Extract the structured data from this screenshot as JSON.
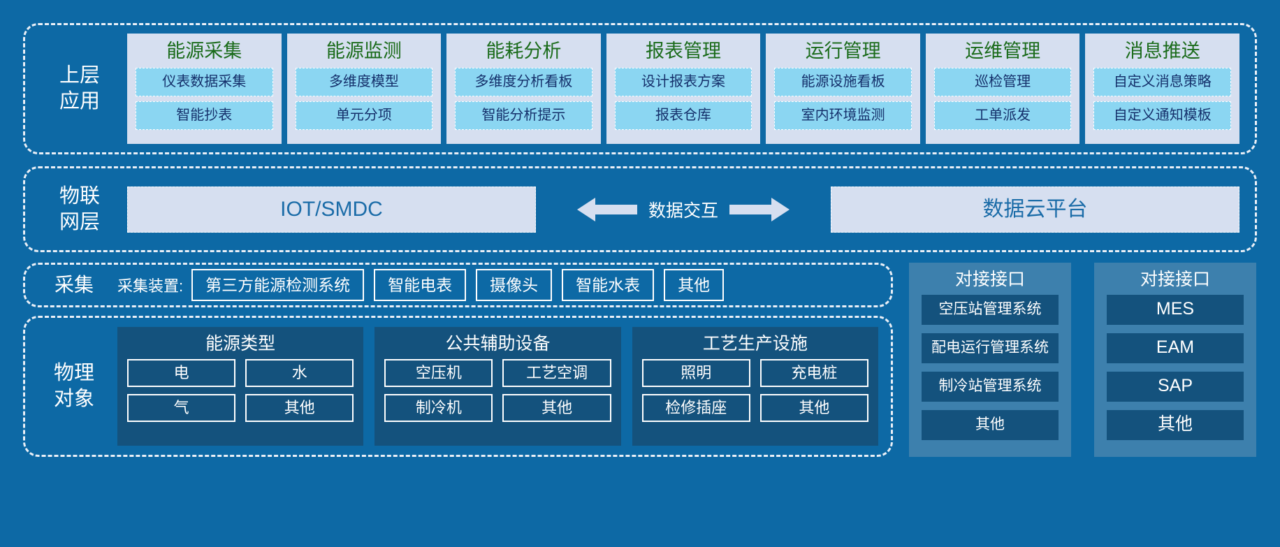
{
  "bands": {
    "app": {
      "label": "上层\n应用",
      "columns": [
        {
          "title": "能源采集",
          "items": [
            "仪表数据采集",
            "智能抄表"
          ]
        },
        {
          "title": "能源监测",
          "items": [
            "多维度模型",
            "单元分项"
          ]
        },
        {
          "title": "能耗分析",
          "items": [
            "多维度分析看板",
            "智能分析提示"
          ]
        },
        {
          "title": "报表管理",
          "items": [
            "设计报表方案",
            "报表仓库"
          ]
        },
        {
          "title": "运行管理",
          "items": [
            "能源设施看板",
            "室内环境监测"
          ]
        },
        {
          "title": "运维管理",
          "items": [
            "巡检管理",
            "工单派发"
          ]
        },
        {
          "title": "消息推送",
          "items": [
            "自定义消息策略",
            "自定义通知模板"
          ]
        }
      ]
    },
    "iot": {
      "label": "物联\n网层",
      "left_box": "IOT/SMDC",
      "right_box": "数据云平台",
      "exchange_label": "数据交互",
      "left_arrow_icon": "arrow-left-icon",
      "right_arrow_icon": "arrow-right-icon"
    },
    "collect": {
      "label": "采集",
      "sub_label": "采集装置:",
      "items": [
        "第三方能源检测系统",
        "智能电表",
        "摄像头",
        "智能水表",
        "其他"
      ]
    },
    "physical": {
      "label": "物理\n对象",
      "groups": [
        {
          "title": "能源类型",
          "items": [
            "电",
            "水",
            "气",
            "其他"
          ]
        },
        {
          "title": "公共辅助设备",
          "items": [
            "空压机",
            "工艺空调",
            "制冷机",
            "其他"
          ]
        },
        {
          "title": "工艺生产设施",
          "items": [
            "照明",
            "充电桩",
            "检修插座",
            "其他"
          ]
        }
      ]
    }
  },
  "interfaces": [
    {
      "title": "对接接口",
      "items": [
        "空压站管理系统",
        "配电运行管理系统",
        "制冷站管理系统",
        "其他"
      ]
    },
    {
      "title": "对接接口",
      "items": [
        "MES",
        "EAM",
        "SAP",
        "其他"
      ]
    }
  ],
  "colors": {
    "background": "#0d69a5",
    "panel_light": "#d6dff0",
    "item_cyan": "#8bd6f2",
    "title_green": "#1a6b1a",
    "navy": "#14527d",
    "steel": "#3d80ad",
    "iot_text": "#1b6ca8",
    "item_text_navy": "#15306b"
  }
}
